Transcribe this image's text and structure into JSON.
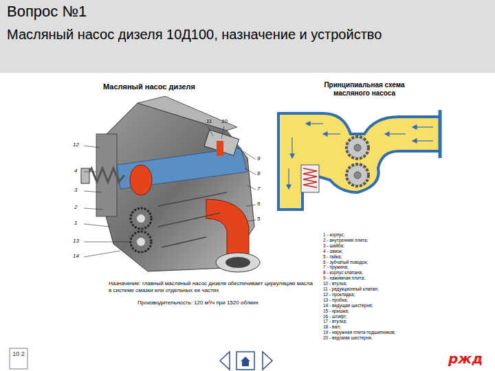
{
  "diagram": {
    "title": "Вопрос №1",
    "labels": [
      "Масляный насос дизеля 10Д100, назначение и устройство",
      "Масляный насос дизеля",
      "Принципиальная схема масляного насоса",
      "Назначение: главный масляный насос дизеля обеспечивает циркуляцию масла в системе смазки или отдельных ее частях",
      "Производительность: 120 м³/ч при 1520 об/мин",
      "1 - корпус;",
      "2 - внутренняя плита;",
      "3 - шайба;",
      "4 - замок;",
      "5 - гайка;",
      "6 - зубчатый поводок;",
      "7 - пружина;",
      "8 - корпус клапана;",
      "9 - нажимная плита;",
      "10 - втулка;",
      "11 - редукционный клапан;",
      "12 - прокладка;",
      "13 - пробка;",
      "14 - ведущая шестерня;",
      "15 - крышка;",
      "16 - штифт;",
      "17 - втулка;",
      "18 - вал;",
      "19 - наружная плита подшипников;",
      "20 - ведомая шестерня.",
      "11",
      "10",
      "12",
      "9",
      "8",
      "7",
      "6",
      "5",
      "4",
      "3",
      "2",
      "1",
      "13",
      "14",
      "10 2",
      "ржд"
    ]
  }
}
